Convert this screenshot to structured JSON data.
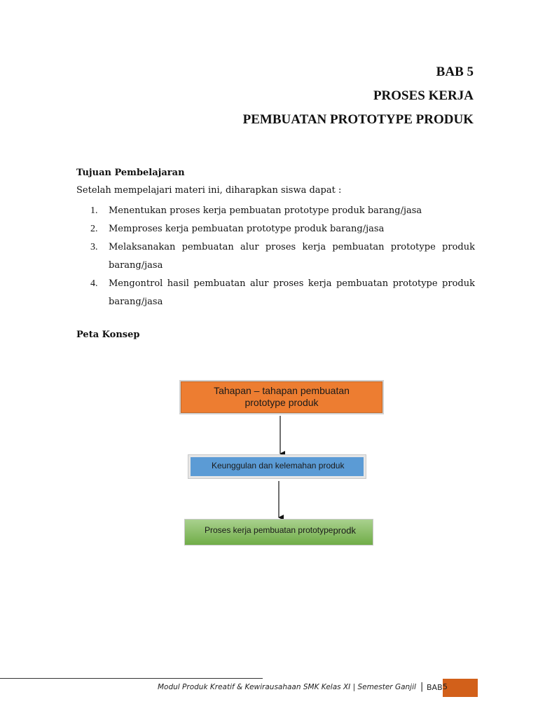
{
  "header": {
    "chapter": "BAB 5",
    "title_line1": "PROSES KERJA",
    "title_line2": "PEMBUATAN PROTOTYPE PRODUK"
  },
  "objectives_section": {
    "heading": "Tujuan Pembelajaran",
    "intro": "Setelah mempelajari  materi ini, diharapkan siswa dapat :",
    "items": [
      {
        "number": "1.",
        "text": "Menentukan proses kerja pembuatan prototype produk barang/jasa"
      },
      {
        "number": "2.",
        "text": "Memproses kerja pembuatan prototype produk barang/jasa"
      },
      {
        "number": "3.",
        "text": "Melaksanakan pembuatan alur proses kerja pembuatan prototype produk barang/jasa"
      },
      {
        "number": "4.",
        "text": "Mengontrol hasil pembuatan alur proses kerja pembuatan prototype produk barang/jasa"
      }
    ]
  },
  "concept_map": {
    "heading": "Peta Konsep",
    "nodes": [
      {
        "text": "Tahapan – tahapan pembuatan prototype produk",
        "color": "#ed7d31"
      },
      {
        "text": "Keunggulan dan kelemahan produk",
        "color": "#5b9bd5"
      },
      {
        "text_main": "Proses kerja pembuatan prototype ",
        "text_tail": "prodk",
        "color": "#70ad47"
      }
    ]
  },
  "footer": {
    "text": "Modul Produk Kreatif & Kewirausahaan SMK Kelas XI | Semester Ganjil",
    "separator": "|",
    "chapter_label": "BAB",
    "chapter_number": "5",
    "accent_color": "#d2601a"
  }
}
